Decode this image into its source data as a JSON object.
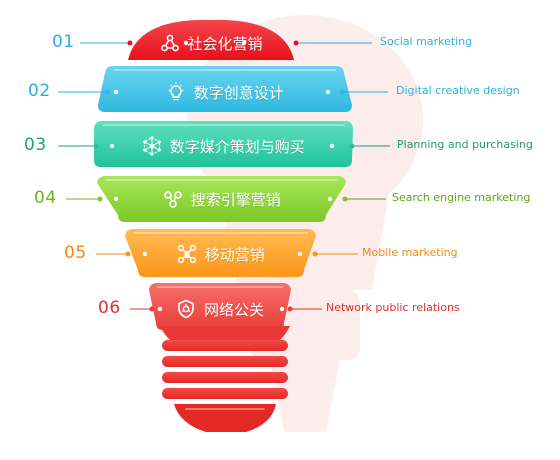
{
  "steps": [
    {
      "num": "01",
      "cn": "社会化营销",
      "en": "Social marketing",
      "icon": "share-network-icon",
      "color": "#e8111c",
      "light": "#f6454c",
      "numColor": "#2ab0e0",
      "enColor": "#2ab0e0"
    },
    {
      "num": "02",
      "cn": "数字创意设计",
      "en": "Digital creative design",
      "icon": "lightbulb-icon",
      "color": "#2fb8de",
      "light": "#69d5f1",
      "numColor": "#2ab0e0",
      "enColor": "#2ab0e0"
    },
    {
      "num": "03",
      "cn": "数字媒介策划与购买",
      "en": "Planning and purchasing",
      "icon": "hexagon-network-icon",
      "color": "#21c39c",
      "light": "#5fe0bf",
      "numColor": "#1aa67c",
      "enColor": "#1a9a73"
    },
    {
      "num": "04",
      "cn": "搜索引擎营销",
      "en": "Search engine marketing",
      "icon": "nodes-icon",
      "color": "#7cc928",
      "light": "#a9e65a",
      "numColor": "#6bb320",
      "enColor": "#5ea51a"
    },
    {
      "num": "05",
      "cn": "移动营销",
      "en": "Mobile marketing",
      "icon": "mobile-nodes-icon",
      "color": "#fb9618",
      "light": "#ffbb55",
      "numColor": "#f08a12",
      "enColor": "#f08a12"
    },
    {
      "num": "06",
      "cn": "网络公关",
      "en": "Network public relations",
      "icon": "shield-icon",
      "color": "#ec3c38",
      "light": "#f6706b",
      "numColor": "#e0302c",
      "enColor": "#e0302c"
    }
  ]
}
